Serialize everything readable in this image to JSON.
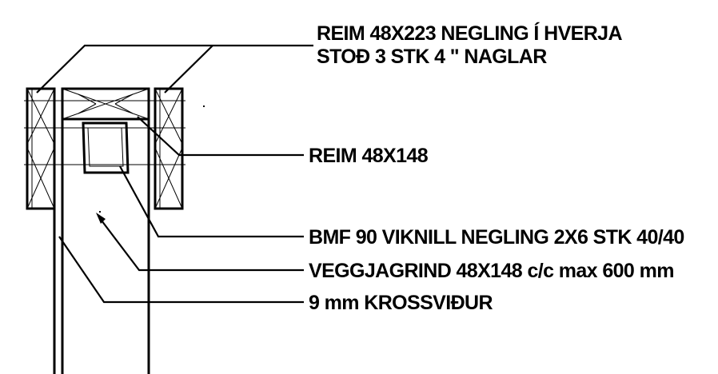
{
  "labels": {
    "beam_line1": "REIM 48X223 NEGLING Í HVERJA",
    "beam_line2": "STOÐ 3 STK 4 \" NAGLAR",
    "rail": "REIM 48X148",
    "bmf": "BMF 90 VIKNILL NEGLING 2X6 STK 40/40",
    "wall_frame": "VEGGJAGRIND 48X148 c/c max 600 mm",
    "plywood": "9  mm KROSSVIÐUR"
  },
  "colors": {
    "ink": "#000000",
    "background": "#ffffff"
  }
}
